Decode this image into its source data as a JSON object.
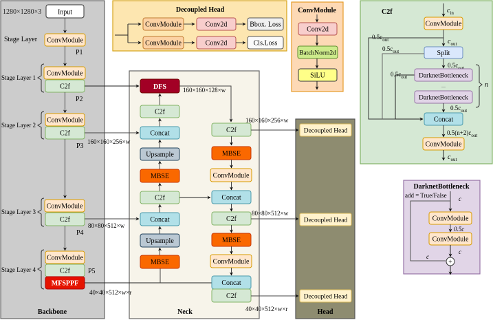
{
  "colors": {
    "backbone_bg": "#cccccc",
    "neck_bg": "#f7f4ea",
    "head_bg": "#8e8c70",
    "decoupled_panel_bg": "#fde6b0",
    "convmodule_panel_bg": "#fdd9b5",
    "c2f_panel_bg": "#d5e8d4",
    "darknet_panel_bg": "#e1d5e7",
    "conv_fill": "#ffe6cc",
    "conv_stroke": "#d79b00",
    "c2f_fill": "#d5e8d4",
    "c2f_stroke": "#82b366",
    "concat_fill": "#b1e0e8",
    "concat_stroke": "#4a9aab",
    "upsample_fill": "#bac8d3",
    "upsample_stroke": "#23445d",
    "mbse_fill": "#fa6800",
    "mbse_stroke": "#c73500",
    "dfs_fill": "#a20025",
    "dfs_stroke": "#6f0000",
    "mfsppf_fill": "#e51400",
    "mfsppf_stroke": "#b20000",
    "conv2d_fill": "#f8cecc",
    "conv2d_stroke": "#b85450",
    "bn_fill": "#cdeb8b",
    "bn_stroke": "#5f8f2f",
    "silu_fill": "#ffff88",
    "silu_stroke": "#36393d",
    "split_fill": "#dae8fc",
    "split_stroke": "#6c8ebf",
    "bottleneck_fill": "#e1d5e7",
    "bottleneck_stroke": "#9673a6",
    "loss_fill": "#f5f5f5",
    "loss_stroke": "#666666",
    "head_box_fill": "#fff2cc",
    "head_box_stroke": "#d6b656"
  },
  "backbone": {
    "title": "Backbone",
    "input_size": "1280×1280×3",
    "input_label": "Input",
    "stage_layer": "Stage Layer",
    "stage_layer_1": "Stage Layer 1",
    "stage_layer_2": "Stage Layer 2",
    "stage_layer_3": "Stage Layer 3",
    "stage_layer_4": "Stage Layer 4",
    "convmodule": "ConvModule",
    "c2f": "C2f",
    "mfsppf": "MFSPPF",
    "p1": "P1",
    "p2": "P2",
    "p3": "P3",
    "p4": "P4",
    "p5": "P5"
  },
  "neck": {
    "title": "Neck",
    "dfs": "DFS",
    "c2f": "C2f",
    "concat": "Concat",
    "upsample": "Upsample",
    "mbse": "MBSE",
    "convmodule": "ConvModule",
    "dim_dfs": "160×160×128×w",
    "dim_p3": "160×160×256×w",
    "dim_p4": "80×80×512×w",
    "dim_p5": "40×40×512×w×r",
    "dim_out1": "160×160×256×w",
    "dim_out2": "80×80×512×w",
    "dim_out3": "40×40×512×w×r"
  },
  "head": {
    "title": "Head",
    "decoupled_head": "Decoupled Head"
  },
  "decoupled_panel": {
    "title": "Decoupled Head",
    "convmodule": "ConvModule",
    "conv2d": "Conv2d",
    "bbox_loss": "Bbox. Loss",
    "cls_loss": "Cls.Loss"
  },
  "convmodule_panel": {
    "title": "ConvModule",
    "conv2d": "Conv2d",
    "batchnorm": "BatchNorm2d",
    "silu": "SiLU"
  },
  "c2f_panel": {
    "title": "C2f",
    "c_in": "c",
    "c_in_sub": "in",
    "convmodule": "ConvModule",
    "split": "Split",
    "bottleneck": "DarknetBottleneck",
    "ellipsis": "...",
    "concat": "Concat",
    "half": "0.5c",
    "out_sub": "out",
    "c": "c",
    "concat_out": "0.5(n+2)c",
    "n": "n"
  },
  "darknet_panel": {
    "title": "DarknetBottleneck",
    "add_label": "add = True/False",
    "convmodule": "ConvModule",
    "c": "c",
    "half_c": "0.5c",
    "plus": "+"
  }
}
